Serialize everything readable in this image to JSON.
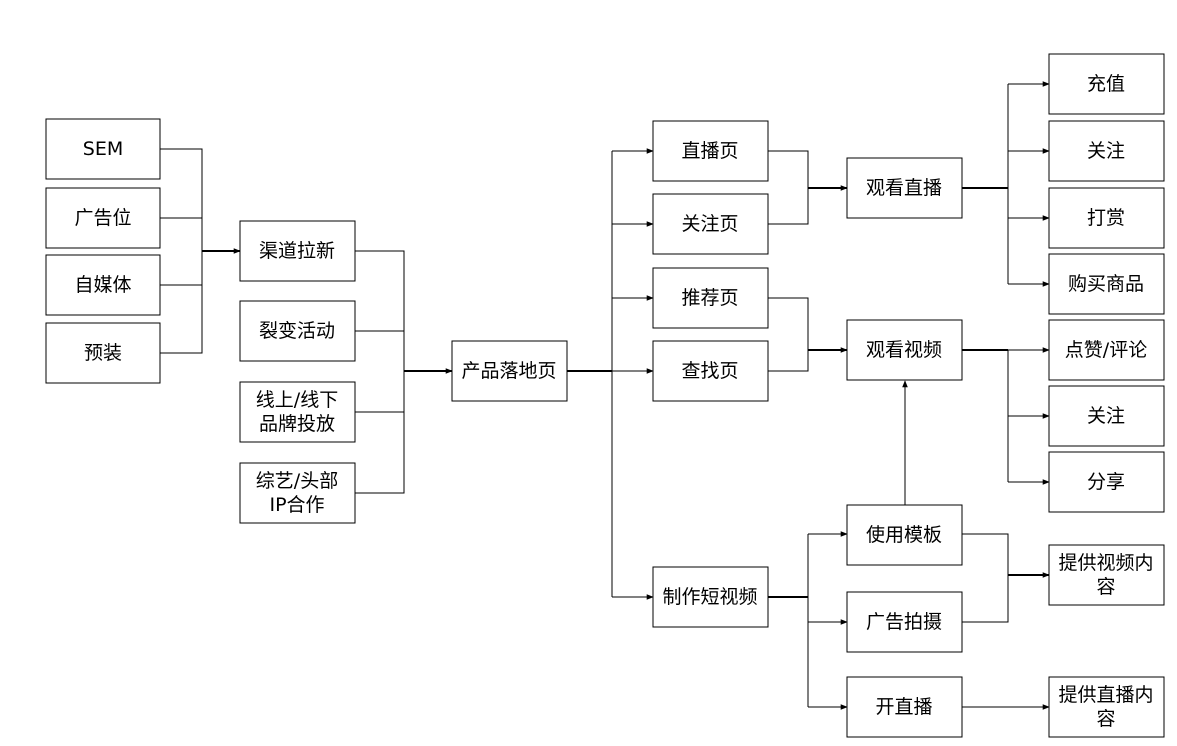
{
  "nodes": {
    "sem": "SEM",
    "ad_slot": "广告位",
    "self_media": "自媒体",
    "preinstall": "预装",
    "channel_acq": "渠道拉新",
    "fission": "裂变活动",
    "brand_1": "线上/线下",
    "brand_2": "品牌投放",
    "variety_1": "综艺/头部",
    "variety_2": "IP合作",
    "landing": "产品落地页",
    "live_page": "直播页",
    "follow_page": "关注页",
    "recommend_page": "推荐页",
    "search_page": "查找页",
    "make_short": "制作短视频",
    "watch_live": "观看直播",
    "watch_video": "观看视频",
    "use_template": "使用模板",
    "ad_shoot": "广告拍摄",
    "start_live": "开直播",
    "recharge": "充值",
    "follow_a": "关注",
    "tip": "打赏",
    "buy": "购买商品",
    "like_comment": "点赞/评论",
    "follow_b": "关注",
    "share": "分享",
    "provide_video_1": "提供视频内",
    "provide_video_2": "容",
    "provide_live_1": "提供直播内",
    "provide_live_2": "容"
  }
}
